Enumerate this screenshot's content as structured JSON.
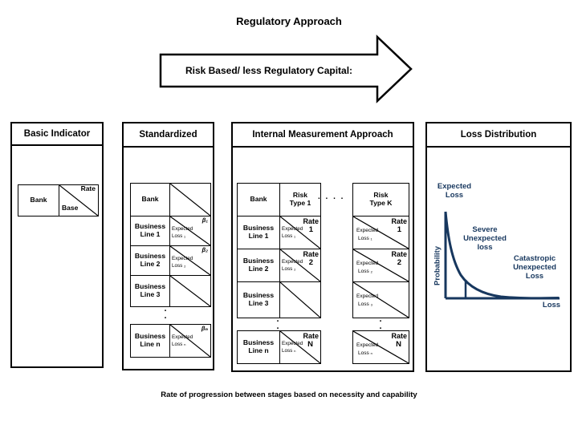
{
  "title": "Regulatory Approach",
  "arrow": {
    "label": "Risk Based/ less Regulatory Capital:"
  },
  "caption": "Rate of progression between stages based on necessity and capability",
  "colors": {
    "accent_navy": "#17375e",
    "ink": "#000000"
  },
  "basic": {
    "header": "Basic Indicator",
    "bank": "Bank",
    "rate": "Rate",
    "base": "Base"
  },
  "std": {
    "header": "Standardized",
    "bank": "Bank",
    "vdots": ".\n.",
    "rows": [
      {
        "line": "Business\nLine 1",
        "beta": "β₁",
        "exp": "Expected",
        "loss": "Loss ₁"
      },
      {
        "line": "Business\nLine 2",
        "beta": "β₂",
        "exp": "Expected",
        "loss": "Loss ₂"
      },
      {
        "line": "Business\nLine 3"
      },
      {
        "line": "Business\nLine n",
        "beta": "βₙ",
        "exp": "Expected",
        "loss": "Loss ₙ"
      }
    ]
  },
  "ima": {
    "header": "Internal Measurement Approach",
    "bank": "Bank",
    "risk_type_1": "Risk\nType 1",
    "risk_type_k": "Risk\nType K",
    "hdots": ". . . .",
    "vdots": ".\n.",
    "left_rows": [
      {
        "line": "Business\nLine 1",
        "rate": "Rate",
        "num": "1",
        "exp": "Expected",
        "loss": "Loss ₁"
      },
      {
        "line": "Business\nLine 2",
        "rate": "Rate",
        "num": "2",
        "exp": "Expected",
        "loss": "Loss ₂"
      },
      {
        "line": "Business\nLine 3"
      },
      {
        "line": "Business\nLine n",
        "rate": "Rate",
        "num": "N",
        "exp": "Expected",
        "loss": "Loss ₙ"
      }
    ],
    "right_rows": [
      {
        "rate": "Rate",
        "num": "1",
        "exp": "Expected",
        "loss": "Loss ₁"
      },
      {
        "rate": "Rate",
        "num": "2",
        "exp": "Expected",
        "loss": "Loss ₂"
      },
      {
        "exp": "Expected",
        "loss": "Loss ₃"
      },
      {
        "rate": "Rate",
        "num": "N",
        "exp": "Expected",
        "loss": "Loss ₙ"
      }
    ]
  },
  "ld": {
    "header": "Loss Distribution",
    "expected_loss": "Expected\nLoss",
    "probability": "Probability",
    "severe": "Severe\nUnexpected\nloss",
    "catastrophic": "Catastropic\nUnexpected\nLoss",
    "loss_axis": "Loss"
  }
}
